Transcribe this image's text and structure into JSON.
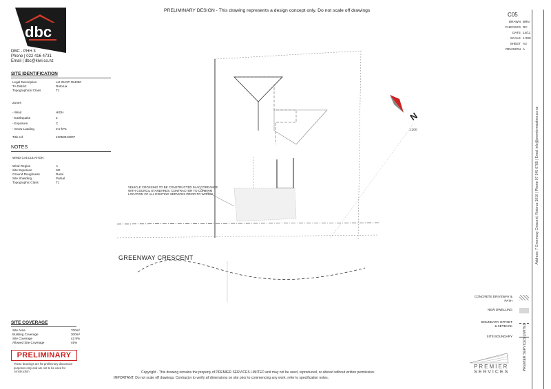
{
  "logo": {
    "text": "dbc"
  },
  "header": {
    "preliminary_note": "PRELIMINARY DESIGN - This drawing represents a design concept only. Do not scale off drawings"
  },
  "left": {
    "client": "DBC - PHH 3",
    "phone": "Phone | 022 416 4731",
    "email": "Email | dbc@kiwi.co.nz",
    "site_id": {
      "heading": "SITE IDENTIFICATION",
      "rows": [
        {
          "k": "Legal Description",
          "v": "Lot 25 DP 354350"
        },
        {
          "k": "TA District",
          "v": "Rotorua"
        },
        {
          "k": "Topographical Class",
          "v": "T1"
        }
      ],
      "zones_label": "Zones",
      "zones": [
        {
          "k": "- Wind",
          "v": "HIGH"
        },
        {
          "k": "- Earthquake",
          "v": "2"
        },
        {
          "k": "- Exposure",
          "v": "C"
        },
        {
          "k": "- Snow Loading",
          "v": "0.0 kPa"
        }
      ],
      "title_row": {
        "k": "Title ref.",
        "v": "42058043207"
      }
    },
    "notes": {
      "heading": "NOTES",
      "intro": "WIND CALCULATION",
      "rows": [
        {
          "k": "Wind Region",
          "v": "A"
        },
        {
          "k": "Site Exposure",
          "v": "SD"
        },
        {
          "k": "Ground Roughness",
          "v": "Rural"
        },
        {
          "k": "Site Shielding",
          "v": "Partial"
        },
        {
          "k": "Topographic Class",
          "v": "T1"
        }
      ]
    },
    "coverage": {
      "heading": "SITE COVERAGE",
      "rows": [
        {
          "k": "Site Area",
          "v": "700m²"
        },
        {
          "k": "Building Coverage",
          "v": "300m²"
        },
        {
          "k": "Site Coverage",
          "v": "42.9%"
        },
        {
          "k": "Allowed Site Coverage",
          "v": "45%"
        }
      ]
    },
    "stamp": {
      "label": "PRELIMINARY",
      "text": "These drawings are for preliminary discussion purposes only and are not to be used for construction"
    }
  },
  "right": {
    "title_block": {
      "sheet": "C05",
      "rows": [
        {
          "k": "DRAWN",
          "v": "BRN"
        },
        {
          "k": "CHECKED",
          "v": "DC"
        },
        {
          "k": "DATE",
          "v": "14/11"
        },
        {
          "k": "SCALE",
          "v": "1:200"
        },
        {
          "k": "SHEET",
          "v": "A3"
        },
        {
          "k": "REVISION",
          "v": "A"
        }
      ]
    },
    "vertical_contact": "Address: 7 Greenway Crescent, Rotorua 3010 | Phone 07 345 6789 | Email info@premiermasters.co.nz",
    "vertical_bottom": "PREMIER SERVICES LIMITED",
    "legend": [
      {
        "label": "CONCRETE DRIVEWAY & PATH",
        "sym": "hatch"
      },
      {
        "label": "NEW DWELLING",
        "sym": "grey"
      },
      {
        "label": "BOUNDARY OFFSET\n& SETBACK",
        "sym": "dash"
      },
      {
        "label": "SITE BOUNDARY",
        "sym": "line"
      }
    ],
    "brand_line1": "PREMIER",
    "brand_line2": "SERVICES"
  },
  "plan": {
    "street": "GREENWAY CRESCENT",
    "north_label": "N",
    "scale_label": "1:200",
    "annotation_lines": [
      "VEHICLE CROSSING TO BE CONSTRUCTED IN ACCORDANCE",
      "WITH COUNCIL STANDARDS. CONTRACTOR TO CONFIRM",
      "LOCATION OF ALL EXISTING SERVICES PRIOR TO WORKS"
    ]
  },
  "footer": {
    "copyright": "Copyright - This drawing remains the property of PREMIER SERVICES LIMITED and may not be used, reproduced, or altered without written permission.",
    "important": "IMPORTANT: Do not scale off drawings. Contractor to verify all dimensions on site prior to commencing any work, refer to specification notes."
  }
}
